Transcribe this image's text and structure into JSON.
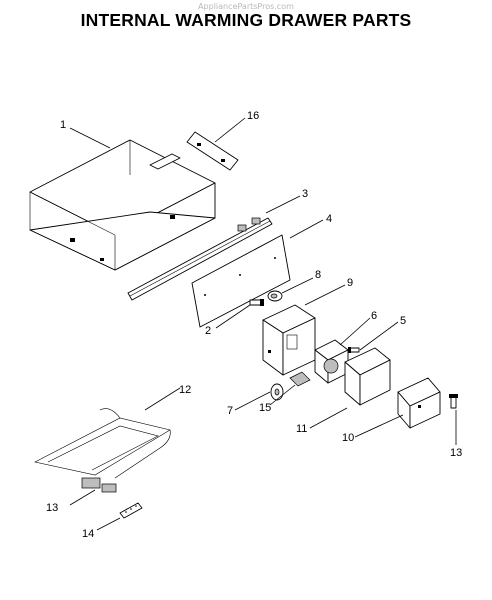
{
  "watermark": "AppliancePartsPros.com",
  "title": "INTERNAL WARMING DRAWER PARTS",
  "callouts": {
    "p1": "1",
    "p2": "2",
    "p3": "3",
    "p4": "4",
    "p5": "5",
    "p6": "6",
    "p7": "7",
    "p8": "8",
    "p9": "9",
    "p10": "10",
    "p11": "11",
    "p12": "12",
    "p13a": "13",
    "p13b": "13",
    "p14": "14",
    "p15": "15",
    "p16": "16"
  }
}
